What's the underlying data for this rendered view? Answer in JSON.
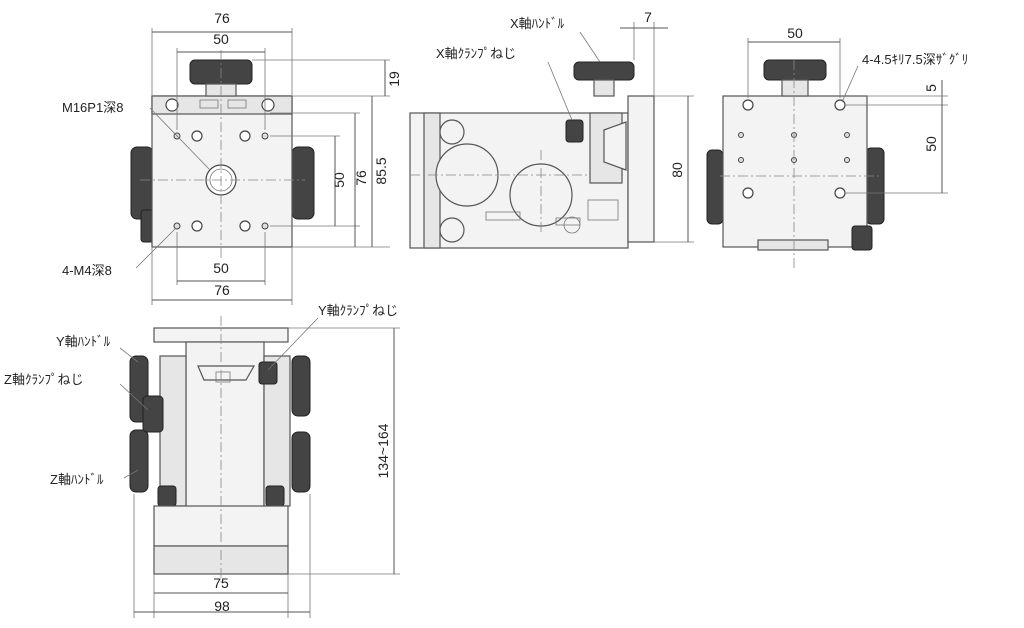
{
  "dimensions": {
    "front_top_width": "76",
    "front_inner_width": "50",
    "front_height_19": "19",
    "front_height_85_5": "85.5",
    "front_height_76": "76",
    "front_height_50": "50",
    "front_bottom_inner": "50",
    "front_bottom_width": "76",
    "side_clearance_7": "7",
    "side_height_80": "80",
    "right_top_width": "50",
    "right_offset_5": "5",
    "right_height_50": "50",
    "bottom_height_range": "134~164",
    "bottom_inner_width": "75",
    "bottom_total_width": "98"
  },
  "callouts": {
    "center_tap": "M16P1深8",
    "mount_taps": "4-M4深8",
    "x_handle": "X軸ﾊﾝﾄﾞﾙ",
    "x_clamp": "X軸ｸﾗﾝﾌﾟねじ",
    "counterbore": "4-4.5ｷﾘ7.5深ｻﾞｸﾞﾘ",
    "y_clamp": "Y軸ｸﾗﾝﾌﾟねじ",
    "y_handle": "Y軸ﾊﾝﾄﾞﾙ",
    "z_clamp": "Z軸ｸﾗﾝﾌﾟねじ",
    "z_handle": "Z軸ﾊﾝﾄﾞﾙ"
  }
}
